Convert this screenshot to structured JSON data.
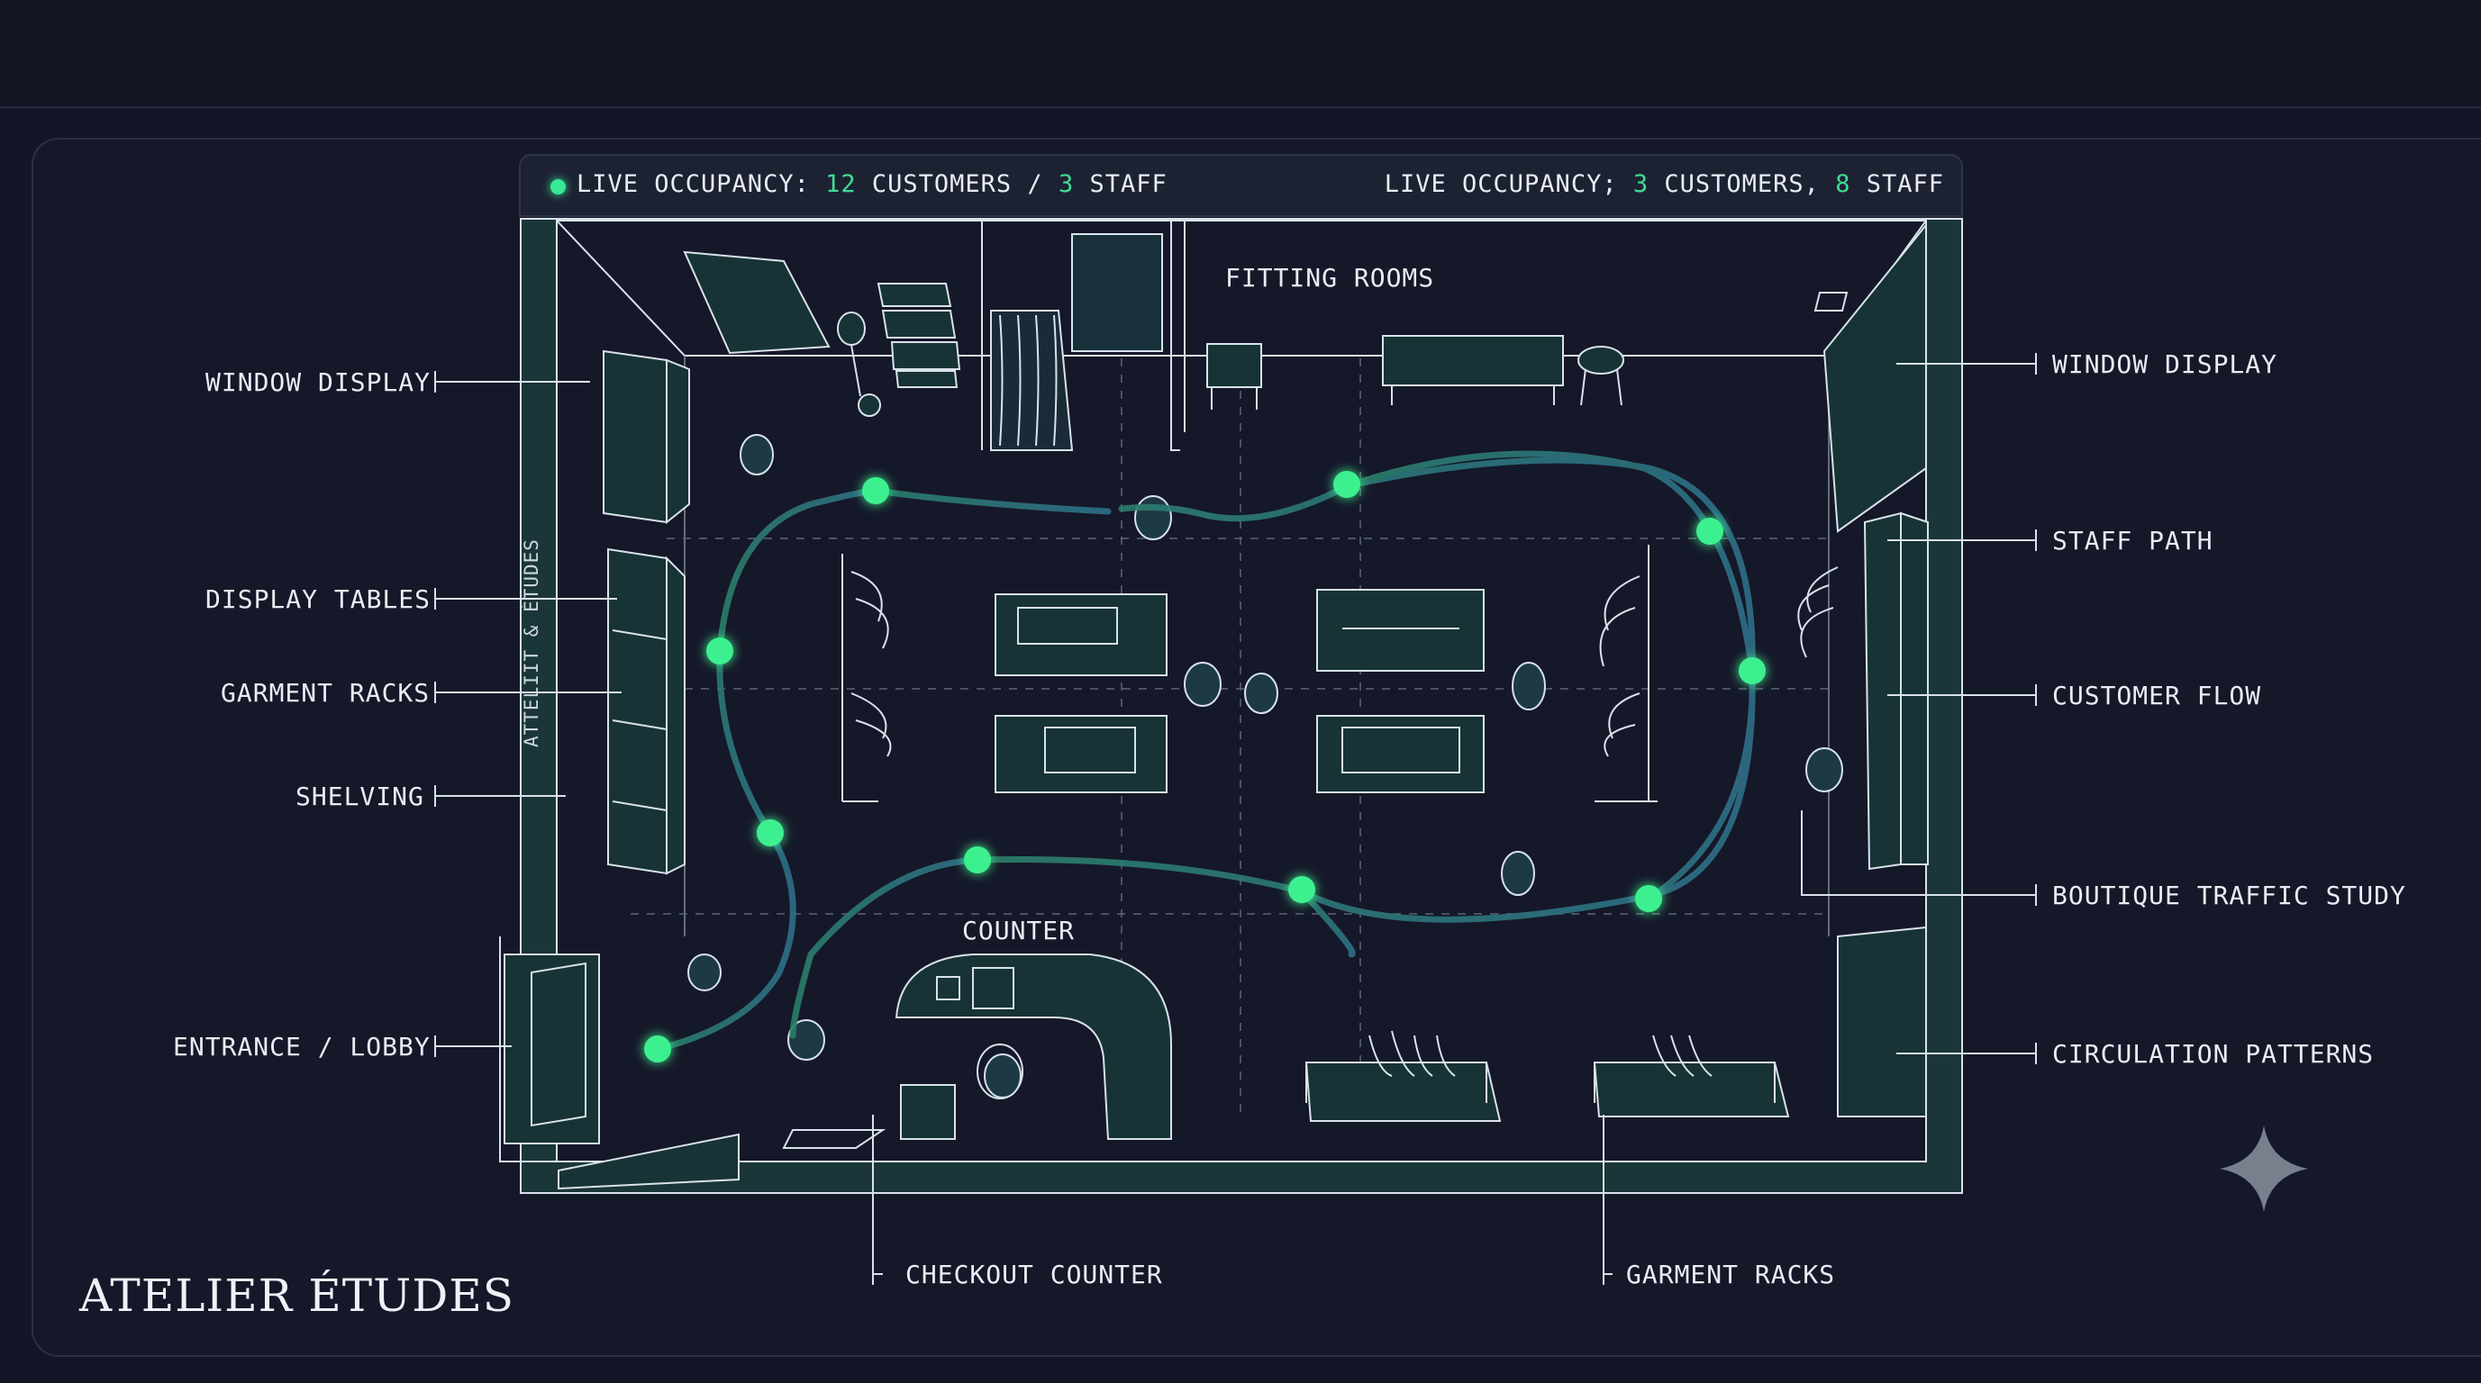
{
  "occupancy_left": {
    "prefix": "LIVE OCCUPANCY: ",
    "customers": "12",
    "mid": " CUSTOMERS / ",
    "staff": "3",
    "suffix": " STAFF"
  },
  "occupancy_right": {
    "prefix": "LIVE OCCUPANCY; ",
    "customers": "3",
    "mid": " CUSTOMERS, ",
    "staff": "8",
    "suffix": " STAFF"
  },
  "labels_left": {
    "window_display": "WINDOW DISPLAY",
    "display_tables": "DISPLAY TABLES",
    "garment_racks": "GARMENT RACKS",
    "shelving": "SHELVING",
    "entrance": "ENTRANCE / LOBBY"
  },
  "labels_right": {
    "window_display": "WINDOW DISPLAY",
    "staff_path": "STAFF PATH",
    "customer_flow": "CUSTOMER FLOW",
    "traffic_study": "BOUTIQUE TRAFFIC STUDY",
    "circulation": "CIRCULATION PATTERNS"
  },
  "labels_bottom": {
    "checkout_counter": "CHECKOUT COUNTER",
    "garment_racks": "GARMENT RACKS"
  },
  "plan_labels": {
    "fitting_rooms": "FITTING ROOMS",
    "counter": "COUNTER",
    "wall_sign": "ATTELIIT & ÉTUDES"
  },
  "brand": "ATELIER ÉTUDES",
  "colors": {
    "background": "#131626",
    "wall": "#1c3a3c",
    "line": "#d9e2ea",
    "flow": "#2f8f73",
    "node": "#3ef08f"
  },
  "icons": [
    "sparkle-icon",
    "live-indicator-icon"
  ]
}
